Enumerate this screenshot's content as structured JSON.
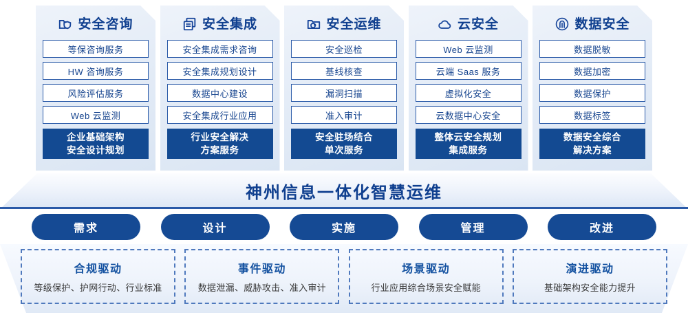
{
  "pillars": [
    {
      "icon": "folder-shield-icon",
      "title": "安全咨询",
      "items": [
        "等保咨询服务",
        "HW 咨询服务",
        "风险评估服务",
        "Web 云监测"
      ],
      "summary_line1": "企业基础架构",
      "summary_line2": "安全设计规划"
    },
    {
      "icon": "documents-stack-icon",
      "title": "安全集成",
      "items": [
        "安全集成需求咨询",
        "安全集成规划设计",
        "数据中心建设",
        "安全集成行业应用"
      ],
      "summary_line1": "行业安全解决",
      "summary_line2": "方案服务"
    },
    {
      "icon": "folder-chart-icon",
      "title": "安全运维",
      "items": [
        "安全巡检",
        "基线核查",
        "漏洞扫描",
        "准入审计"
      ],
      "summary_line1": "安全驻场结合",
      "summary_line2": "单次服务"
    },
    {
      "icon": "cloud-icon",
      "title": "云安全",
      "items": [
        "Web 云监测",
        "云端 Saas 服务",
        "虚拟化安全",
        "云数据中心安全"
      ],
      "summary_line1": "整体云安全规划",
      "summary_line2": "集成服务"
    },
    {
      "icon": "fingerprint-icon",
      "title": "数据安全",
      "items": [
        "数据脱敏",
        "数据加密",
        "数据保护",
        "数据标签"
      ],
      "summary_line1": "数据安全综合",
      "summary_line2": "解决方案"
    }
  ],
  "banner": {
    "title": "神州信息一体化智慧运维"
  },
  "pills": [
    {
      "label": "需求"
    },
    {
      "label": "设计"
    },
    {
      "label": "实施"
    },
    {
      "label": "管理"
    },
    {
      "label": "改进"
    }
  ],
  "drivers": [
    {
      "title": "合规驱动",
      "subtitle": "等级保护、护网行动、行业标准"
    },
    {
      "title": "事件驱动",
      "subtitle": "数据泄漏、威胁攻击、准入审计"
    },
    {
      "title": "场景驱动",
      "subtitle": "行业应用综合场景安全赋能"
    },
    {
      "title": "演进驱动",
      "subtitle": "基础架构安全能力提升"
    }
  ],
  "colors": {
    "primary_blue": "#134a92",
    "title_blue": "#0f3f8f",
    "border_blue": "#2a5aa8",
    "dashed_blue": "#4f79bd",
    "card_bg_light": "#eef3fa",
    "card_bg_dark": "#dae5f3"
  }
}
